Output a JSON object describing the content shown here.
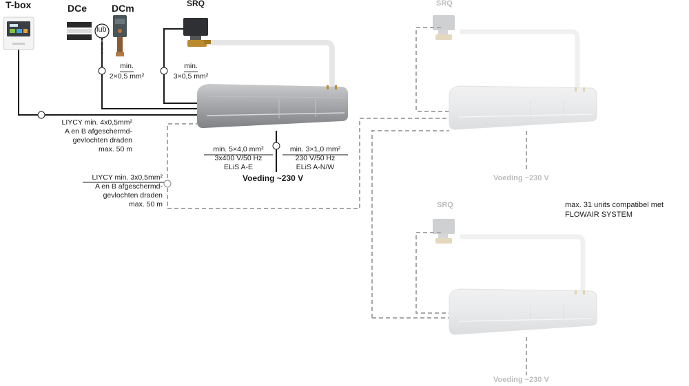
{
  "devices": {
    "tbox": "T-box",
    "dce": "DCe",
    "dcm": "DCm",
    "lub": "lub",
    "srq_main": "SRQ",
    "srq_unit2": "SRQ",
    "srq_unit3": "SRQ"
  },
  "cables": {
    "dcm_min": "min.",
    "dcm_spec": "2×0,5 mm²",
    "srq_min": "min.",
    "srq_spec": "3×0,5 mm²",
    "tbox_l1": "LIYCY min. 4x0,5mm²",
    "tbox_l2": "A en B afgeschermd-",
    "tbox_l3": "gevlochten draden",
    "tbox_l4": "max. 50 m",
    "bus_l1": "LIYCY min. 3x0,5mm²",
    "bus_l2": "A en B afgeschermd-",
    "bus_l3": "gevlochten draden",
    "bus_l4": "max. 50 m"
  },
  "power": {
    "left_l1": "min. 5×4,0 mm²",
    "left_l2": "3x400 V/50 Hz",
    "left_l3": "ELiS A-E",
    "right_l1": "min. 3×1,0 mm²",
    "right_l2": "230 V/50 Hz",
    "right_l3": "ELiS A-N/W",
    "main_label": "Voeding ~230 V",
    "unit2_label": "Voeding ~230 V",
    "unit3_label": "Voeding ~230 V"
  },
  "note": {
    "line1": "max. 31 units compatibel met",
    "line2": "FLOWAIR SYSTEM"
  },
  "colors": {
    "wire_dark": "#1a1a1a",
    "bus_dashed": "#a8a8a8",
    "water_pipe": "#e6e6e6",
    "unit_main": "#9c9ea1",
    "unit_faded": "#e7e8e9",
    "faded_text": "#bdbdbd"
  }
}
